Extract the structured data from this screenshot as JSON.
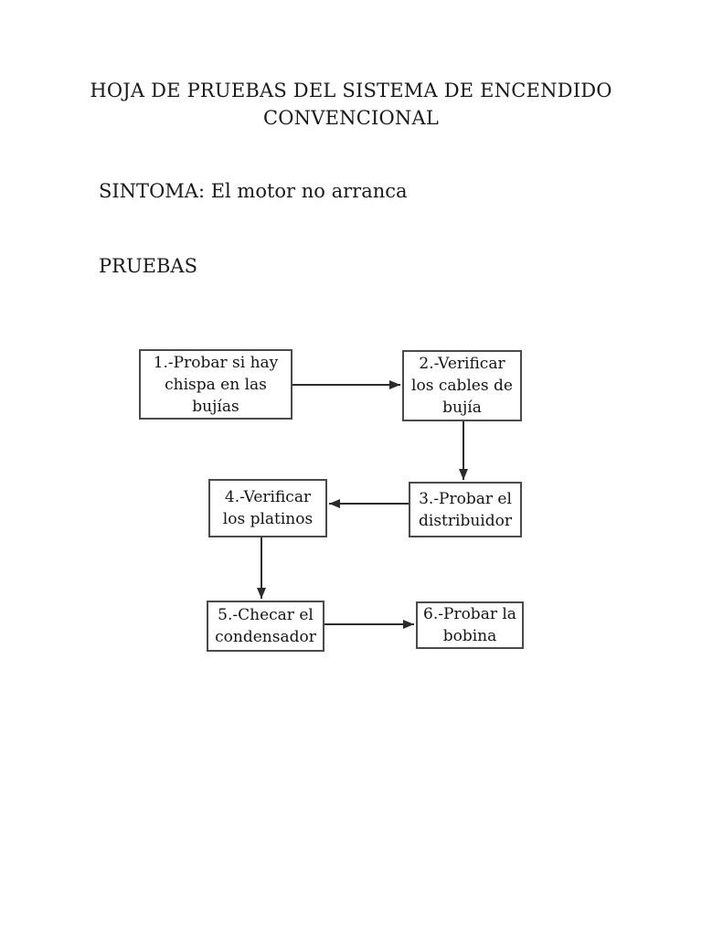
{
  "document": {
    "title_lines": [
      "HOJA DE PRUEBAS DEL SISTEMA DE ENCENDIDO",
      "CONVENCIONAL"
    ],
    "symptom_text": "SINTOMA: El motor no arranca",
    "section_heading": "PRUEBAS"
  },
  "flowchart": {
    "type": "flowchart",
    "boxes": [
      {
        "step": "1",
        "label": "1.-Probar si hay chispa en las bujías",
        "lines": [
          "1.-Probar si hay",
          "chispa en las",
          "bujías"
        ]
      },
      {
        "step": "2",
        "label": "2.-Verificar los cables de bujía",
        "lines": [
          "2.-Verificar",
          "los cables de",
          "bujía"
        ]
      },
      {
        "step": "3",
        "label": "3.-Probar el distribuidor",
        "lines": [
          "3.-Probar el",
          "distribuidor"
        ]
      },
      {
        "step": "4",
        "label": "4.-Verificar los platinos",
        "lines": [
          "4.-Verificar",
          "los platinos"
        ]
      },
      {
        "step": "5",
        "label": "5.-Checar el condensador",
        "lines": [
          "5.-Checar el",
          "condensador"
        ]
      },
      {
        "step": "6",
        "label": "6.-Probar la bobina",
        "lines": [
          "6.-Probar la",
          "bobina"
        ]
      }
    ],
    "edges": [
      {
        "from": "1",
        "to": "2",
        "direction": "right"
      },
      {
        "from": "2",
        "to": "3",
        "direction": "down"
      },
      {
        "from": "3",
        "to": "4",
        "direction": "left"
      },
      {
        "from": "4",
        "to": "5",
        "direction": "down"
      },
      {
        "from": "5",
        "to": "6",
        "direction": "right"
      }
    ],
    "colors": {
      "box_border": "#4a4a4a",
      "arrow": "#2b2b2b",
      "text": "#1a1a1a",
      "page_background": "#ffffff"
    }
  }
}
